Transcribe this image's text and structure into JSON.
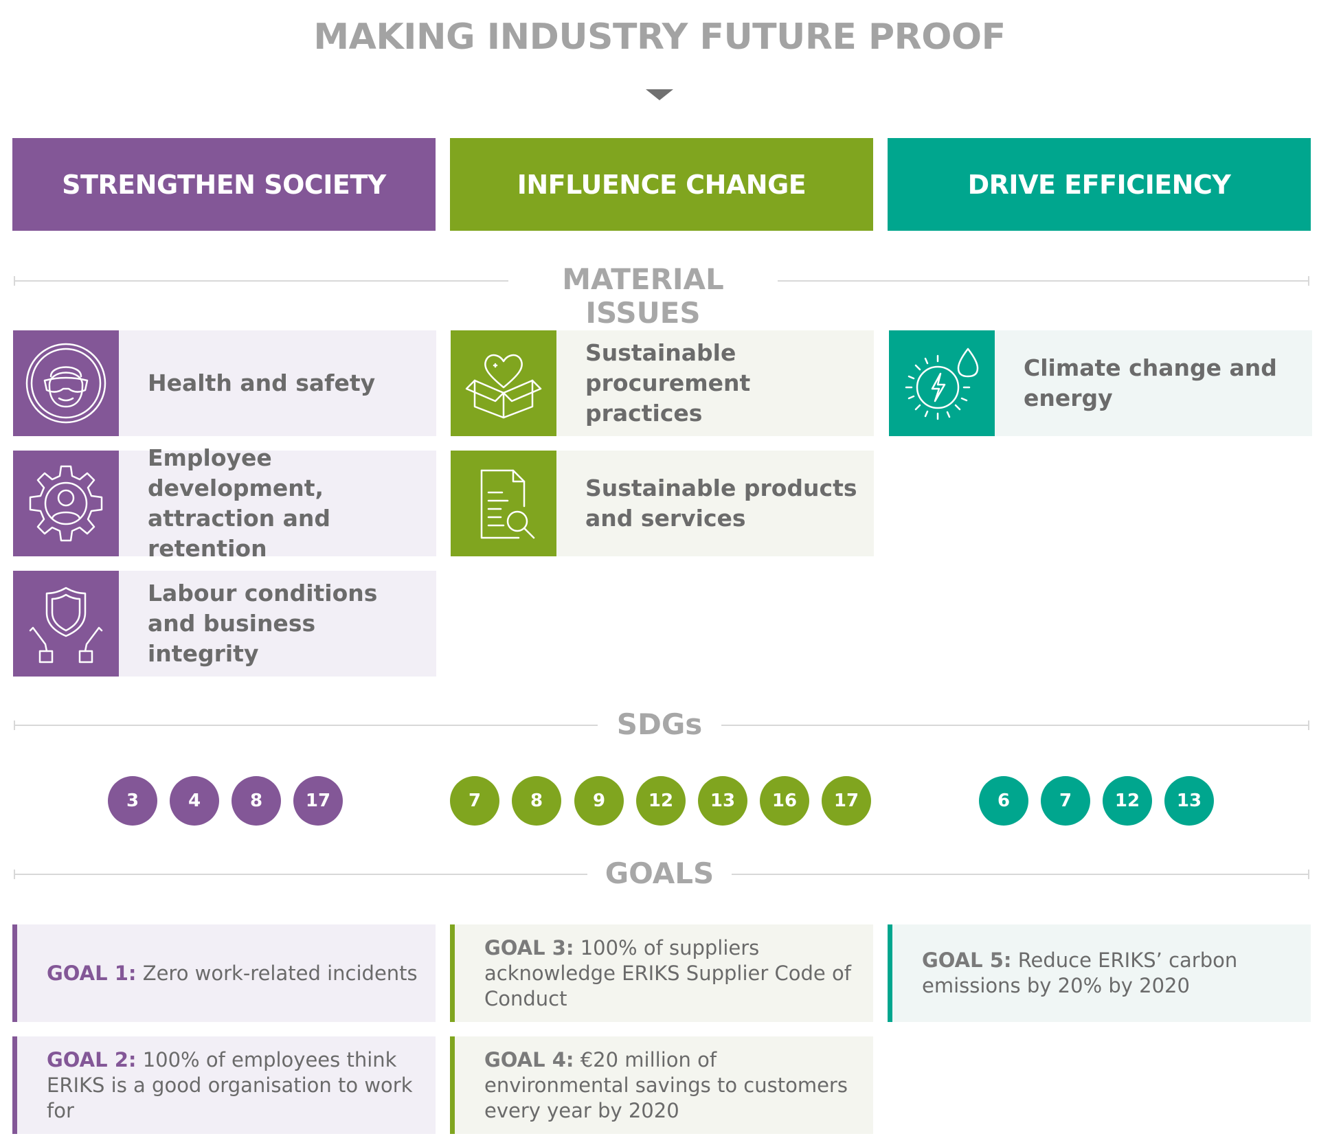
{
  "title": "MAKING INDUSTRY FUTURE PROOF",
  "pillars": [
    {
      "label": "STRENGTHEN SOCIETY",
      "color": "#835797"
    },
    {
      "label": "INFLUENCE CHANGE",
      "color": "#80a51f"
    },
    {
      "label": "DRIVE EFFICIENCY",
      "color": "#00a68e"
    }
  ],
  "sections": {
    "material_issues": "MATERIAL ISSUES",
    "sdgs": "SDGs",
    "goals": "GOALS"
  },
  "issues": {
    "society": [
      {
        "text": "Health and safety",
        "icon": "safety-goggles-icon"
      },
      {
        "text": "Employee development, attraction and retention",
        "icon": "gear-person-icon"
      },
      {
        "text": "Labour conditions and business integrity",
        "icon": "shield-hands-icon"
      }
    ],
    "change": [
      {
        "text": "Sustainable procurement practices",
        "icon": "heart-box-icon"
      },
      {
        "text": "Sustainable products and services",
        "icon": "document-search-icon"
      }
    ],
    "efficiency": [
      {
        "text": "Climate change and energy",
        "icon": "sun-energy-drop-icon"
      }
    ]
  },
  "sdgs": {
    "society": [
      "3",
      "4",
      "8",
      "17"
    ],
    "change": [
      "7",
      "8",
      "9",
      "12",
      "13",
      "16",
      "17"
    ],
    "efficiency": [
      "6",
      "7",
      "12",
      "13"
    ]
  },
  "goals": {
    "g1": {
      "label": "GOAL 1:",
      "text": " Zero work-related incidents"
    },
    "g2": {
      "label": "GOAL 2:",
      "text": " 100% of employees think ERIKS is a good organisation to work for"
    },
    "g3": {
      "label": "GOAL 3:",
      "text": " 100% of suppliers acknowledge ERIKS Supplier Code of Conduct"
    },
    "g4": {
      "label": "GOAL 4:",
      "text": " €20 million of environmental savings to customers every year by 2020"
    },
    "g5": {
      "label": "GOAL 5:",
      "text": " Reduce ERIKS’ carbon emissions by 20% by 2020"
    }
  }
}
